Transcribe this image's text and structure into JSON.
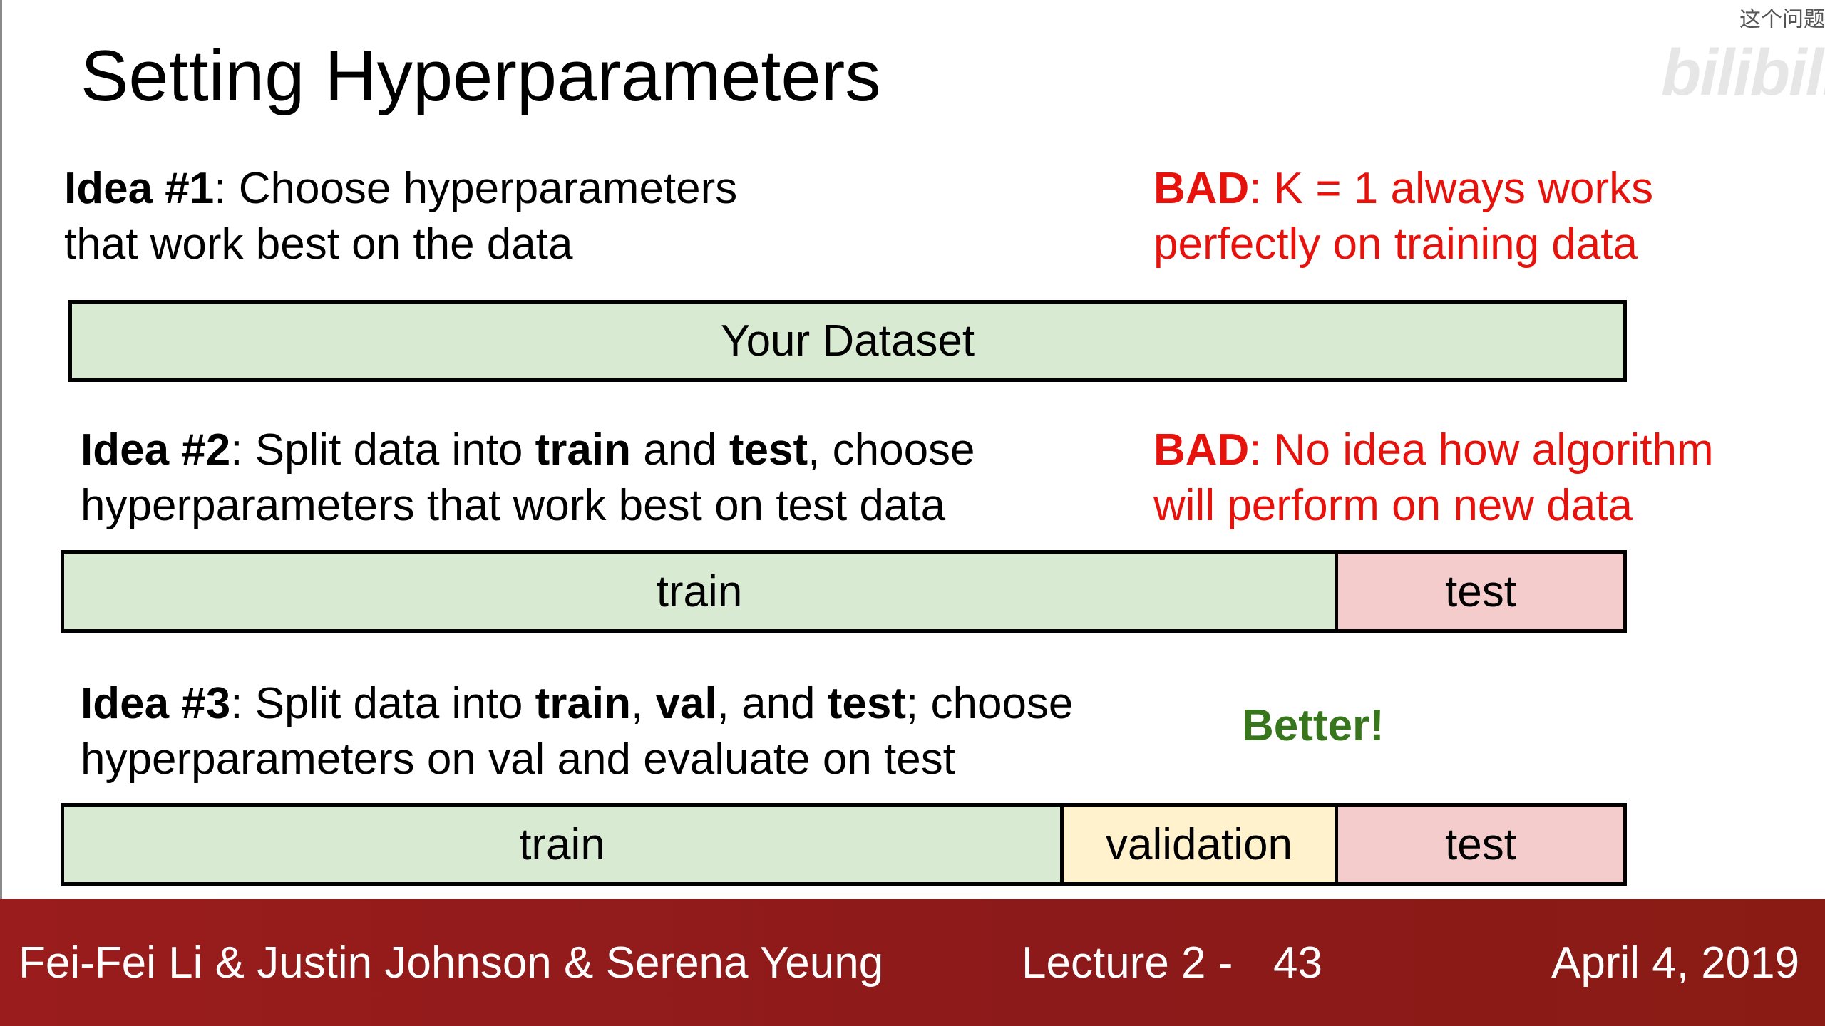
{
  "slide": {
    "title": "Setting Hyperparameters",
    "corner_text": "这个问题",
    "watermark": "bilibili"
  },
  "idea1": {
    "label": "Idea #1",
    "text_line1": ": Choose hyperparameters",
    "text_line2": "that work best on the data",
    "bad_label": "BAD",
    "bad_line1": ": K = 1 always works",
    "bad_line2": "perfectly on training data"
  },
  "bar1": {
    "segments": [
      "Your Dataset"
    ]
  },
  "idea2": {
    "label": "Idea #2",
    "t1": ": Split data into ",
    "t2": "train",
    "t3": " and ",
    "t4": "test",
    "t5": ", choose",
    "line2": "hyperparameters that work best on test data",
    "bad_label": "BAD",
    "bad_line1": ": No idea how algorithm",
    "bad_line2": "will perform on new data"
  },
  "bar2": {
    "segments": [
      "train",
      "test"
    ]
  },
  "idea3": {
    "label": "Idea #3",
    "t1": ": Split data into ",
    "t2": "train",
    "t3": ", ",
    "t4": "val",
    "t5": ", and ",
    "t6": "test",
    "t7": "; choose",
    "line2": "hyperparameters on val and evaluate on test",
    "better": "Better!"
  },
  "bar3": {
    "segments": [
      "train",
      "validation",
      "test"
    ]
  },
  "footer": {
    "authors": "Fei-Fei Li & Justin Johnson & Serena Yeung",
    "lecture": "Lecture 2 -",
    "page": "43",
    "date": "April 4, 2019"
  },
  "colors": {
    "bad_red": "#e8120c",
    "better_green": "#38761d",
    "train_green": "#d9ead3",
    "test_pink": "#f4cccc",
    "val_yellow": "#fff2cc",
    "footer_red": "#8c1a1a"
  }
}
